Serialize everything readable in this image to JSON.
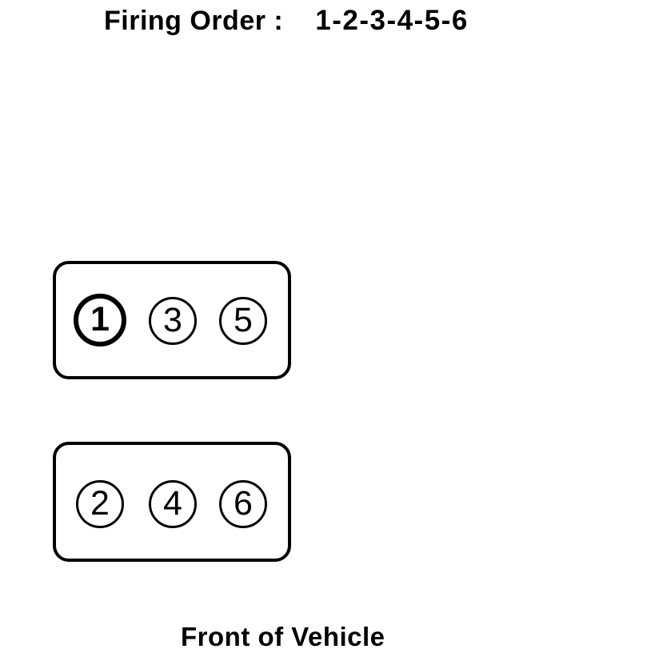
{
  "title": {
    "label": "Firing Order :",
    "order": "1-2-3-4-5-6"
  },
  "banks": [
    {
      "name": "cylinder-bank-135",
      "cylinders": [
        {
          "number": "1",
          "highlight": true
        },
        {
          "number": "3",
          "highlight": false
        },
        {
          "number": "5",
          "highlight": false
        }
      ]
    },
    {
      "name": "cylinder-bank-246",
      "cylinders": [
        {
          "number": "2",
          "highlight": false
        },
        {
          "number": "4",
          "highlight": false
        },
        {
          "number": "6",
          "highlight": false
        }
      ]
    }
  ],
  "footer": {
    "label": "Front of Vehicle"
  },
  "colors": {
    "ink": "#000000",
    "background": "#ffffff"
  }
}
